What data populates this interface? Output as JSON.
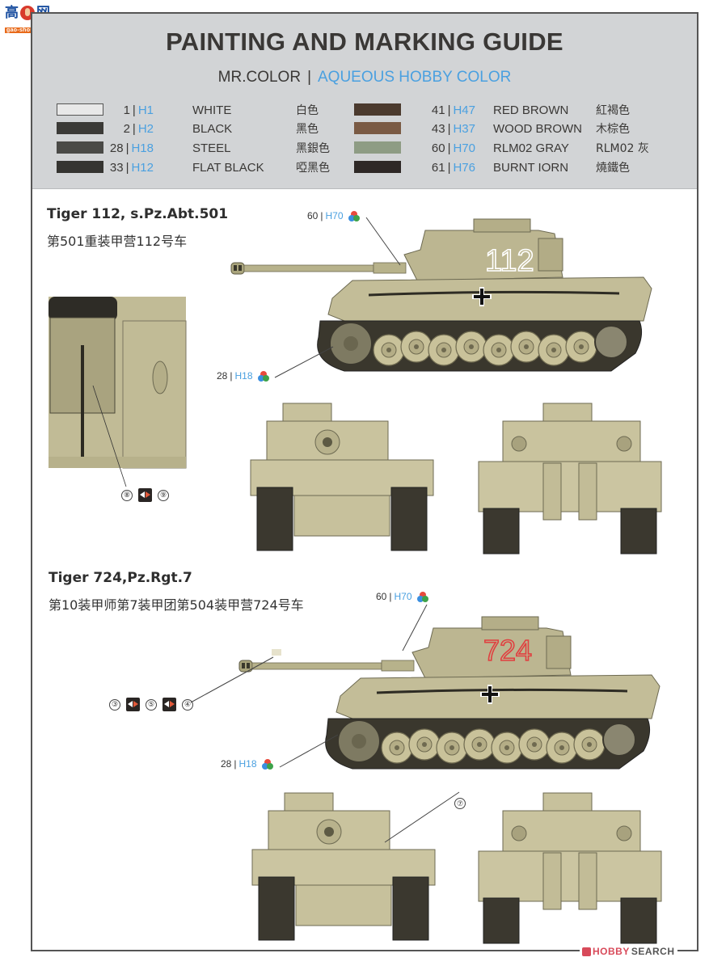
{
  "watermark": {
    "chars_left": "高",
    "chars_right": "网",
    "url": "gao-shou.com"
  },
  "header": {
    "title": "PAINTING AND MARKING GUIDE",
    "subtitle_left": "MR.COLOR",
    "subtitle_sep": "|",
    "subtitle_right": "AQUEOUS HOBBY COLOR",
    "subtitle_right_color": "#4aa0e0"
  },
  "palette": {
    "left": [
      {
        "swatch": "#e8e8e8",
        "mr": "1",
        "h": "H1",
        "en": "WHITE",
        "cn": "白色",
        "outlined": true
      },
      {
        "swatch": "#3b3a37",
        "mr": "2",
        "h": "H2",
        "en": "BLACK",
        "cn": "黑色"
      },
      {
        "swatch": "#4a4a47",
        "mr": "28",
        "h": "H18",
        "en": "STEEL",
        "cn": "黑銀色"
      },
      {
        "swatch": "#353431",
        "mr": "33",
        "h": "H12",
        "en": "FLAT BLACK",
        "cn": "啞黑色"
      }
    ],
    "right": [
      {
        "swatch": "#4b3a2e",
        "mr": "41",
        "h": "H47",
        "en": "RED BROWN",
        "cn": "紅褐色"
      },
      {
        "swatch": "#7a5a44",
        "mr": "43",
        "h": "H37",
        "en": "WOOD BROWN",
        "cn": "木棕色"
      },
      {
        "swatch": "#8e9c84",
        "mr": "60",
        "h": "H70",
        "en": "RLM02 GRAY",
        "cn": "RLM02 灰"
      },
      {
        "swatch": "#2e2826",
        "mr": "61",
        "h": "H76",
        "en": "BURNT IORN",
        "cn": "燒鐵色"
      }
    ]
  },
  "tanks": [
    {
      "title": "Tiger 112, s.Pz.Abt.501",
      "subtitle": "第501重装甲营112号车",
      "turret_number": "112",
      "number_color": "#ffffff",
      "callouts": [
        {
          "mr": "60",
          "h": "H70"
        },
        {
          "mr": "28",
          "h": "H18"
        }
      ],
      "decals": [
        "⑧",
        "⑨"
      ]
    },
    {
      "title": "Tiger 724,Pz.Rgt.7",
      "subtitle": "第10装甲师第7装甲团第504装甲营724号车",
      "turret_number": "724",
      "number_color": "#e04040",
      "callouts": [
        {
          "mr": "60",
          "h": "H70"
        },
        {
          "mr": "28",
          "h": "H18"
        }
      ],
      "decals": [
        "③",
        "⑤",
        "④",
        "⑦"
      ]
    }
  ],
  "sep": "|",
  "footer": {
    "brand_a": "HOBBY",
    "brand_b": "SEARCH"
  }
}
